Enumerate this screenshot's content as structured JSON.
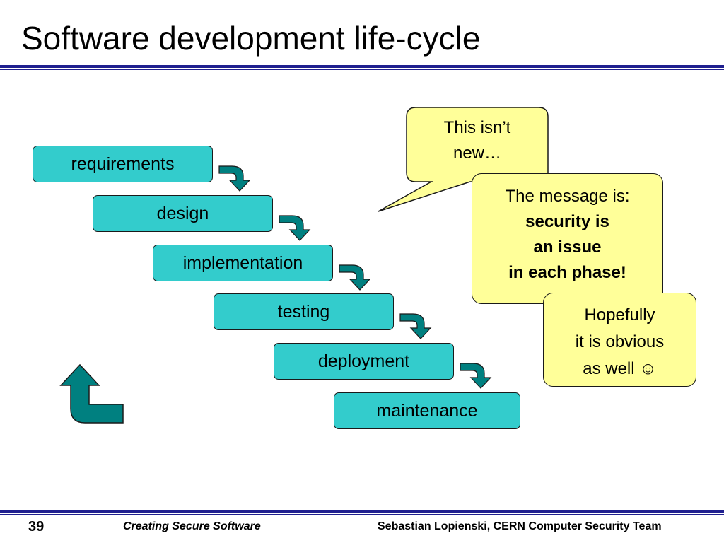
{
  "slide": {
    "title": "Software development life-cycle"
  },
  "stages": [
    {
      "label": "requirements"
    },
    {
      "label": "design"
    },
    {
      "label": "implementation"
    },
    {
      "label": "testing"
    },
    {
      "label": "deployment"
    },
    {
      "label": "maintenance"
    }
  ],
  "callouts": {
    "first": {
      "line1": "This isn’t",
      "line2": "new…"
    },
    "second": {
      "line1": "The message is:",
      "bold1": "security is",
      "bold2": "an issue",
      "bold3": "in each phase!"
    },
    "third": {
      "line1": "Hopefully",
      "line2": "it is obvious",
      "line3": "as well ☺"
    }
  },
  "footer": {
    "page_number": "39",
    "course": "Creating Secure Software",
    "author": "Sebastian Lopienski, CERN Computer Security Team"
  },
  "colors": {
    "stage_fill": "#33cccc",
    "arrow_fill": "#008080",
    "callout_fill": "#ffff99",
    "rule": "#1f1f8f"
  }
}
